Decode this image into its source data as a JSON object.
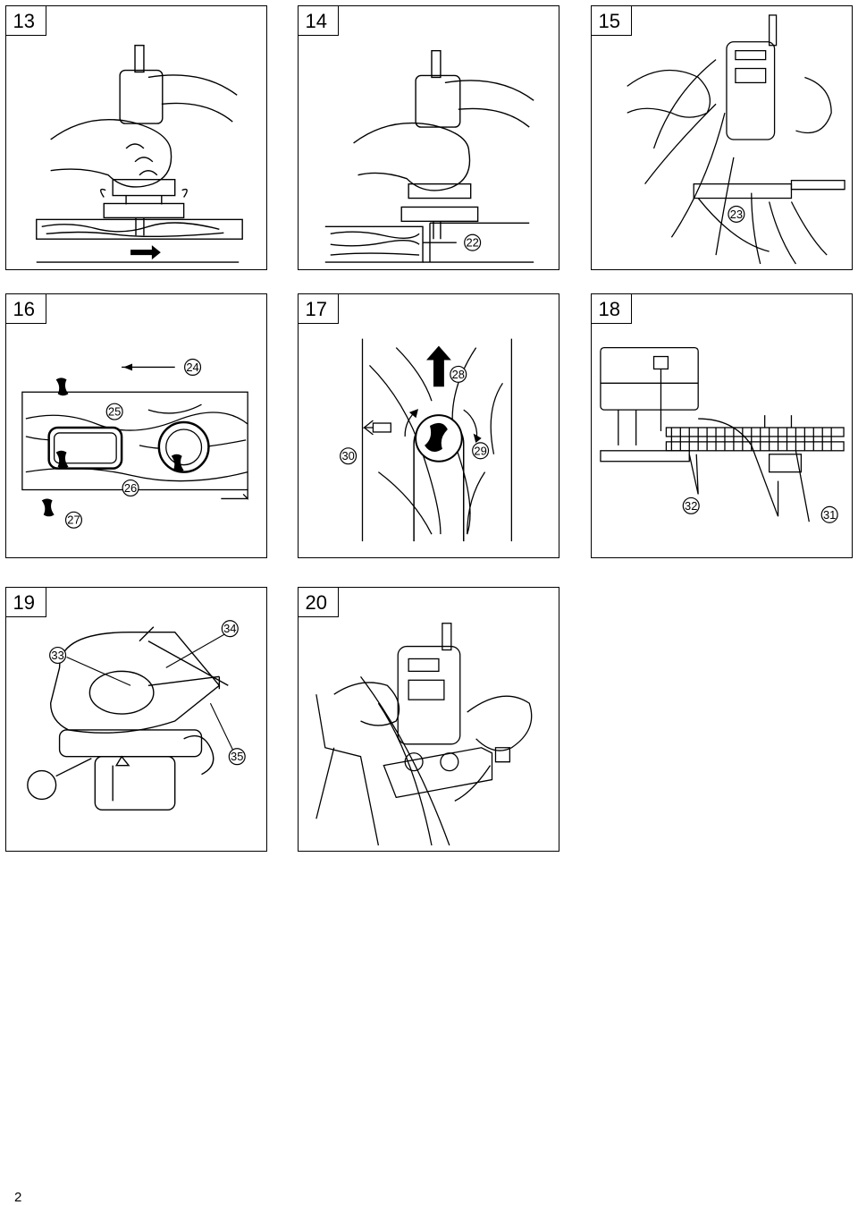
{
  "panels": [
    {
      "fig": "13"
    },
    {
      "fig": "14",
      "callouts": [
        "22"
      ]
    },
    {
      "fig": "15",
      "callouts": [
        "23"
      ]
    },
    {
      "fig": "16",
      "callouts": [
        "24",
        "25",
        "26",
        "27"
      ]
    },
    {
      "fig": "17",
      "callouts": [
        "28",
        "29",
        "30"
      ]
    },
    {
      "fig": "18",
      "callouts": [
        "31",
        "32"
      ]
    },
    {
      "fig": "19",
      "callouts": [
        "33",
        "34",
        "35"
      ]
    },
    {
      "fig": "20"
    }
  ],
  "page_number": "2"
}
